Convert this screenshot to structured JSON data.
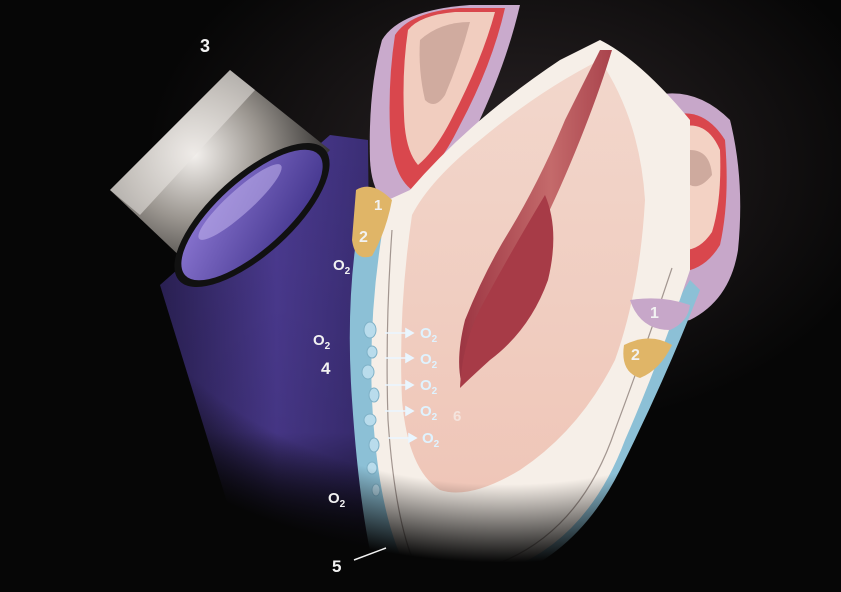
{
  "labels": {
    "lamp": "3",
    "gum_upper_left": "1",
    "plaque_upper_left": "2",
    "gum_right": "1",
    "plaque_right": "2",
    "bleach_gel": "4",
    "enamel": "5",
    "dentin": "6"
  },
  "oxygen": {
    "symbol": "O",
    "subscript": "2",
    "outside": [
      "O2",
      "O2",
      "O2"
    ],
    "arrows": [
      "O2",
      "O2",
      "O2",
      "O2",
      "O2"
    ]
  },
  "colors": {
    "background": "#060606",
    "light_beam": "#4a3a8a",
    "gel": "#9cc9dc",
    "enamel": "#f3ece4",
    "dentin": "#f0cdbf",
    "pulp": "#b34a52",
    "gum": "#c8a9cf",
    "plaque": "#e2b96a",
    "label": "#f2f2f2",
    "o2_inside": "#dff3ff"
  }
}
